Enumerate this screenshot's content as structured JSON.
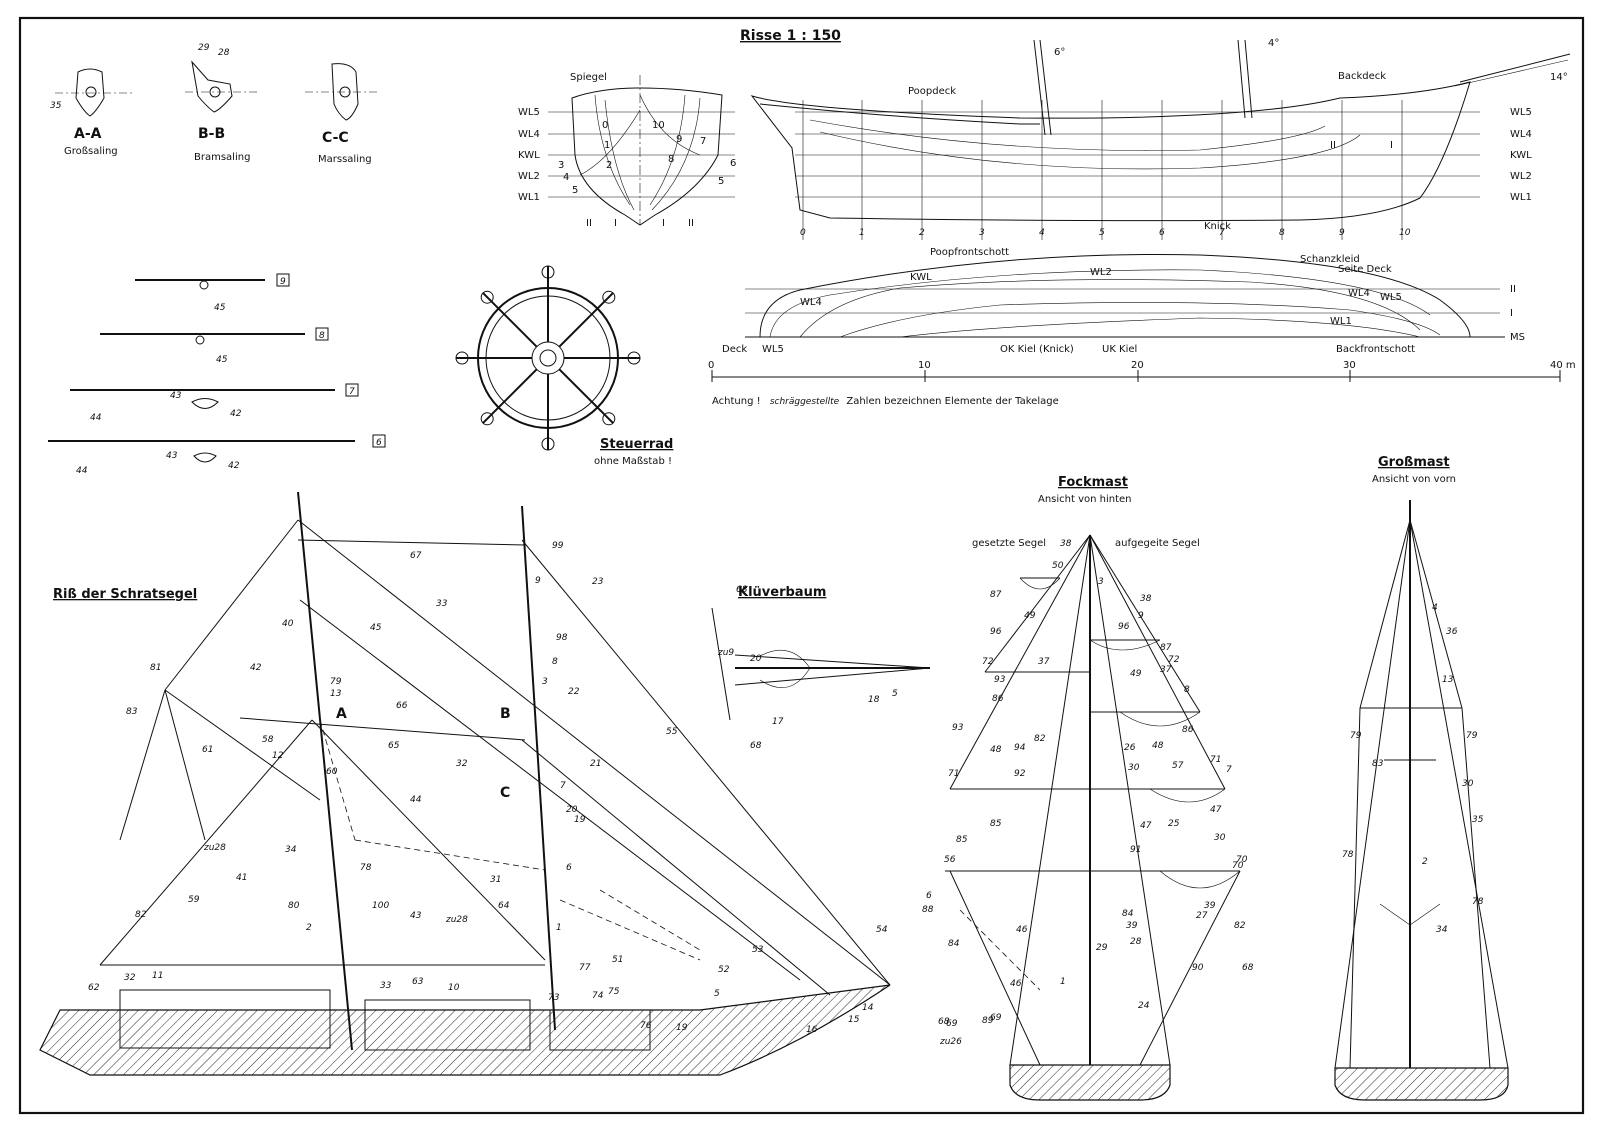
{
  "sheet_title": "Risse 1 : 150",
  "sections": [
    {
      "title": "A-A",
      "caption": "Großsaling",
      "numbers": [
        "35"
      ]
    },
    {
      "title": "B-B",
      "caption": "Bramsaling",
      "numbers": [
        "29",
        "28"
      ]
    },
    {
      "title": "C-C",
      "caption": "Marssaling",
      "numbers": []
    }
  ],
  "body_plan": {
    "top_label": "Spiegel",
    "waterlines_left": [
      "WL5",
      "WL4",
      "KWL",
      "WL2",
      "WL1"
    ],
    "frame_numbers": [
      "0",
      "1",
      "2",
      "3",
      "4",
      "5",
      "10",
      "9",
      "8",
      "7",
      "6",
      "5"
    ],
    "buttocks": [
      "II",
      "I",
      "I",
      "II"
    ]
  },
  "profile": {
    "labels": [
      "Poopdeck",
      "Backdeck",
      "Knick"
    ],
    "angles": [
      "6°",
      "4°",
      "14°"
    ],
    "waterlines_right": [
      "WL5",
      "WL4",
      "KWL",
      "WL2",
      "WL1"
    ],
    "buttocks": [
      "II",
      "I"
    ],
    "stations": [
      "0",
      "1",
      "2",
      "3",
      "4",
      "5",
      "6",
      "7",
      "8",
      "9",
      "10"
    ]
  },
  "half_breadth": {
    "labels": [
      "Poopfrontschott",
      "KWL",
      "WL2",
      "WL4",
      "Schanzkleid",
      "Seite Deck",
      "WL4",
      "WL5",
      "WL1"
    ],
    "right_labels": [
      "II",
      "I",
      "MS"
    ],
    "bottom_labels": [
      "Deck",
      "WL5",
      "OK Kiel (Knick)",
      "UK Kiel",
      "Backfrontschott"
    ]
  },
  "scale_bar": {
    "ticks": [
      "0",
      "10",
      "20",
      "30",
      "40 m"
    ]
  },
  "note": {
    "prefix": "Achtung !",
    "italic": "schräggestellte",
    "rest": "Zahlen bezeichnen Elemente der Takelage"
  },
  "yards": [
    {
      "tag": "9",
      "numbers": [
        "45"
      ]
    },
    {
      "tag": "8",
      "numbers": [
        "45"
      ]
    },
    {
      "tag": "7",
      "numbers": [
        "44",
        "43",
        "42"
      ]
    },
    {
      "tag": "6",
      "numbers": [
        "44",
        "43",
        "42"
      ]
    }
  ],
  "wheel": {
    "title": "Steuerrad",
    "subtitle": "ohne Maßstab !"
  },
  "sails_view": {
    "title": "Riß der Schratsegel",
    "section_marks": [
      "A",
      "B",
      "C"
    ],
    "numbers": [
      "67",
      "45",
      "33",
      "23",
      "99",
      "9",
      "98",
      "8",
      "3",
      "22",
      "55",
      "42",
      "40",
      "79",
      "13",
      "66",
      "81",
      "83",
      "61",
      "58",
      "12",
      "65",
      "32",
      "21",
      "7",
      "20",
      "19",
      "60",
      "44",
      "6",
      "34",
      "78",
      "zu28",
      "41",
      "59",
      "80",
      "100",
      "31",
      "64",
      "43",
      "zu28",
      "54",
      "82",
      "2",
      "1",
      "51",
      "53",
      "52",
      "77",
      "62",
      "32",
      "11",
      "33",
      "63",
      "10",
      "73",
      "74",
      "75",
      "76",
      "19",
      "5",
      "14",
      "15",
      "16"
    ]
  },
  "bowsprit": {
    "title": "Klüverbaum",
    "numbers": [
      "68",
      "zu9",
      "20",
      "17",
      "18",
      "5",
      "68"
    ]
  },
  "foremast": {
    "title": "Fockmast",
    "subtitle": "Ansicht von hinten",
    "left_caption": "gesetzte Segel",
    "right_caption": "aufgegeite Segel",
    "numbers": [
      "38",
      "50",
      "3",
      "87",
      "38",
      "96",
      "9",
      "49",
      "96",
      "87",
      "72",
      "37",
      "72",
      "49",
      "93",
      "37",
      "86",
      "8",
      "82",
      "86",
      "93",
      "48",
      "94",
      "26",
      "48",
      "92",
      "30",
      "57",
      "71",
      "71",
      "7",
      "85",
      "47",
      "25",
      "47",
      "85",
      "91",
      "30",
      "56",
      "70",
      "70",
      "6",
      "88",
      "84",
      "27",
      "39",
      "46",
      "39",
      "82",
      "28",
      "84",
      "29",
      "46",
      "1",
      "89",
      "90",
      "69",
      "68",
      "24",
      "68",
      "69",
      "zu26"
    ]
  },
  "mainmast": {
    "title": "Großmast",
    "subtitle": "Ansicht von vorn",
    "numbers": [
      "4",
      "36",
      "13",
      "79",
      "79",
      "83",
      "30",
      "35",
      "78",
      "2",
      "78",
      "34"
    ]
  }
}
